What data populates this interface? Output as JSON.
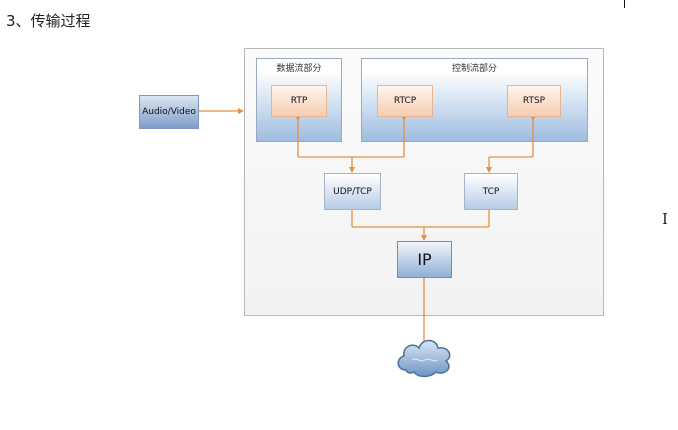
{
  "heading": "3、传输过程",
  "diagram": {
    "panels": {
      "data_stream": "数据流部分",
      "control_stream": "控制流部分"
    },
    "nodes": {
      "audio_video": "Audio/Video",
      "rtp": "RTP",
      "rtcp": "RTCP",
      "rtsp": "RTSP",
      "udp_tcp": "UDP/TCP",
      "tcp": "TCP",
      "ip": "IP"
    },
    "cloud_icon": "network-cloud-icon",
    "colors": {
      "connector": "#e8903e",
      "protocol_fill": "#f6cdb0",
      "transport_fill": "#b7cce6",
      "panel_fill": "#9ebde0"
    }
  }
}
